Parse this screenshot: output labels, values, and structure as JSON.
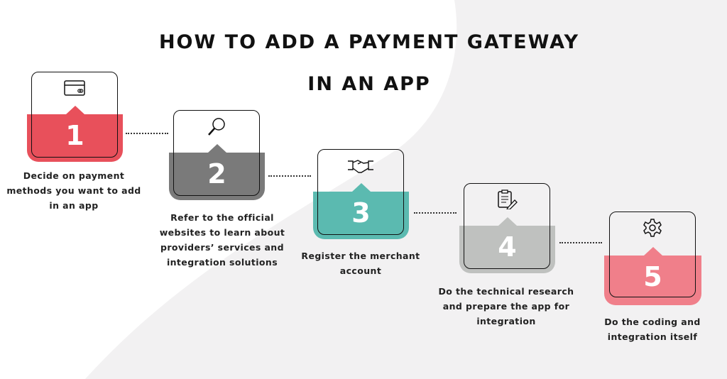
{
  "title": {
    "line1": "HOW TO ADD A PAYMENT GATEWAY",
    "line2": "IN AN APP"
  },
  "steps": [
    {
      "number": "1",
      "icon": "credit-card-icon",
      "color": "#e8505b",
      "caption": "Decide on  payment methods you want to add in an app"
    },
    {
      "number": "2",
      "icon": "magnifier-icon",
      "color": "#7a7a7a",
      "caption": "Refer to the official websites to learn about providers’ services and integration solutions"
    },
    {
      "number": "3",
      "icon": "handshake-icon",
      "color": "#5bbab0",
      "caption": "Register the merchant account"
    },
    {
      "number": "4",
      "icon": "clipboard-pencil-icon",
      "color": "#bfc1bf",
      "caption": "Do the technical research and prepare the app for integration"
    },
    {
      "number": "5",
      "icon": "gear-icon",
      "color": "#f07f8a",
      "caption": "Do the coding and integration itself"
    }
  ]
}
